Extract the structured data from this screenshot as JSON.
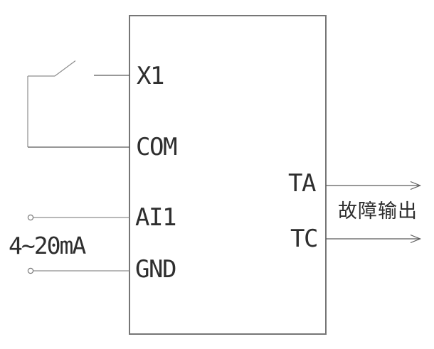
{
  "diagram": {
    "type": "wiring-schematic",
    "description_visible_elements": "control block with terminals, external switch input, analog current input, relay fault output arrows",
    "terminals": {
      "x1": "X1",
      "com": "COM",
      "ai1": "AI1",
      "gnd": "GND",
      "ta": "TA",
      "tc": "TC"
    },
    "annotations": {
      "analog_input_range": "4~20mA",
      "fault_output": "故障输出"
    },
    "icons": {
      "switch": "normally-open-switch-icon",
      "ai1_terminal": "open-circle-terminal-icon",
      "gnd_terminal": "open-circle-terminal-icon",
      "ta_output": "arrow-right-icon",
      "tc_output": "arrow-right-icon"
    },
    "colors": {
      "background": "#ffffff",
      "block_border": "#767676",
      "wire": "#5a5a5a",
      "wire_light": "#8d8d8d",
      "text": "#2e2e2e"
    }
  }
}
